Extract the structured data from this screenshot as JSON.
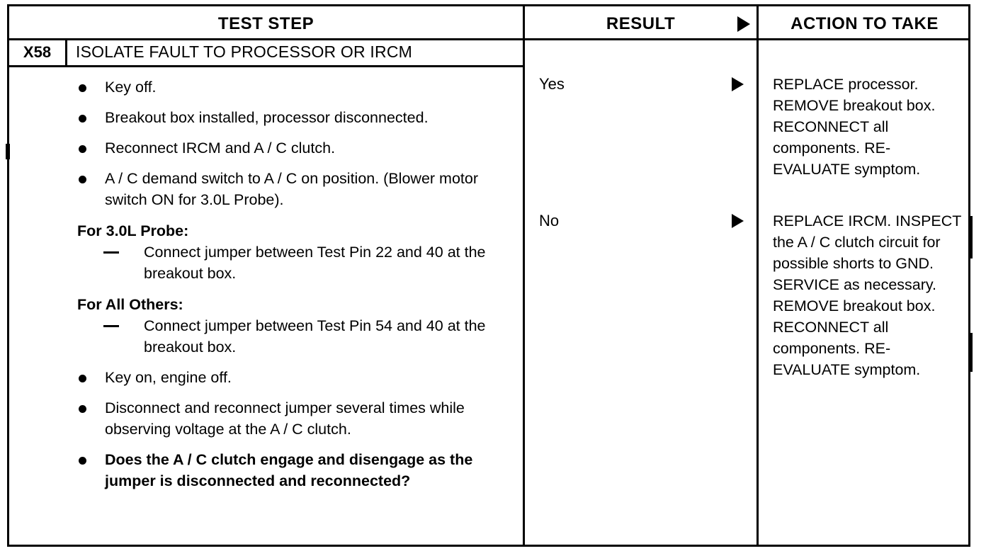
{
  "table": {
    "headers": {
      "test_step": "TEST STEP",
      "result": "RESULT",
      "action": "ACTION TO TAKE",
      "result_arrow_icon": "right-triangle-arrow-icon"
    },
    "step": {
      "code": "X58",
      "title": "ISOLATE FAULT TO PROCESSOR OR IRCM"
    },
    "test_step_items": [
      {
        "type": "bullet",
        "text": "Key off."
      },
      {
        "type": "bullet",
        "text": "Breakout box installed, processor disconnected."
      },
      {
        "type": "bullet",
        "text": "Reconnect IRCM and A / C clutch."
      },
      {
        "type": "bullet",
        "text": "A / C demand switch to A / C on position. (Blower motor switch ON for 3.0L Probe)."
      },
      {
        "type": "section-heading",
        "text": "For 3.0L Probe:"
      },
      {
        "type": "dash",
        "text": "Connect jumper between Test Pin 22 and 40 at the breakout box."
      },
      {
        "type": "section-heading",
        "text": "For All Others:"
      },
      {
        "type": "dash",
        "text": "Connect jumper between Test Pin 54 and 40 at the breakout box."
      },
      {
        "type": "bullet",
        "text": "Key on, engine off."
      },
      {
        "type": "bullet",
        "text": "Disconnect and reconnect jumper several times while observing voltage at the A / C clutch."
      },
      {
        "type": "bullet-bold",
        "text": "Does the A / C clutch engage and disengage as the jumper is disconnected and reconnected?"
      }
    ],
    "branches": [
      {
        "result": "Yes",
        "arrow_icon": "right-triangle-arrow-icon",
        "action": "REPLACE processor. REMOVE breakout box. RECONNECT all components. RE-EVALUATE symptom."
      },
      {
        "result": "No",
        "arrow_icon": "right-triangle-arrow-icon",
        "action": "REPLACE IRCM. INSPECT the A / C clutch circuit for possible shorts to GND. SERVICE as necessary. REMOVE breakout box. RECONNECT all components. RE-EVALUATE symptom."
      }
    ]
  },
  "colors": {
    "ink": "#000000",
    "paper": "#ffffff"
  }
}
